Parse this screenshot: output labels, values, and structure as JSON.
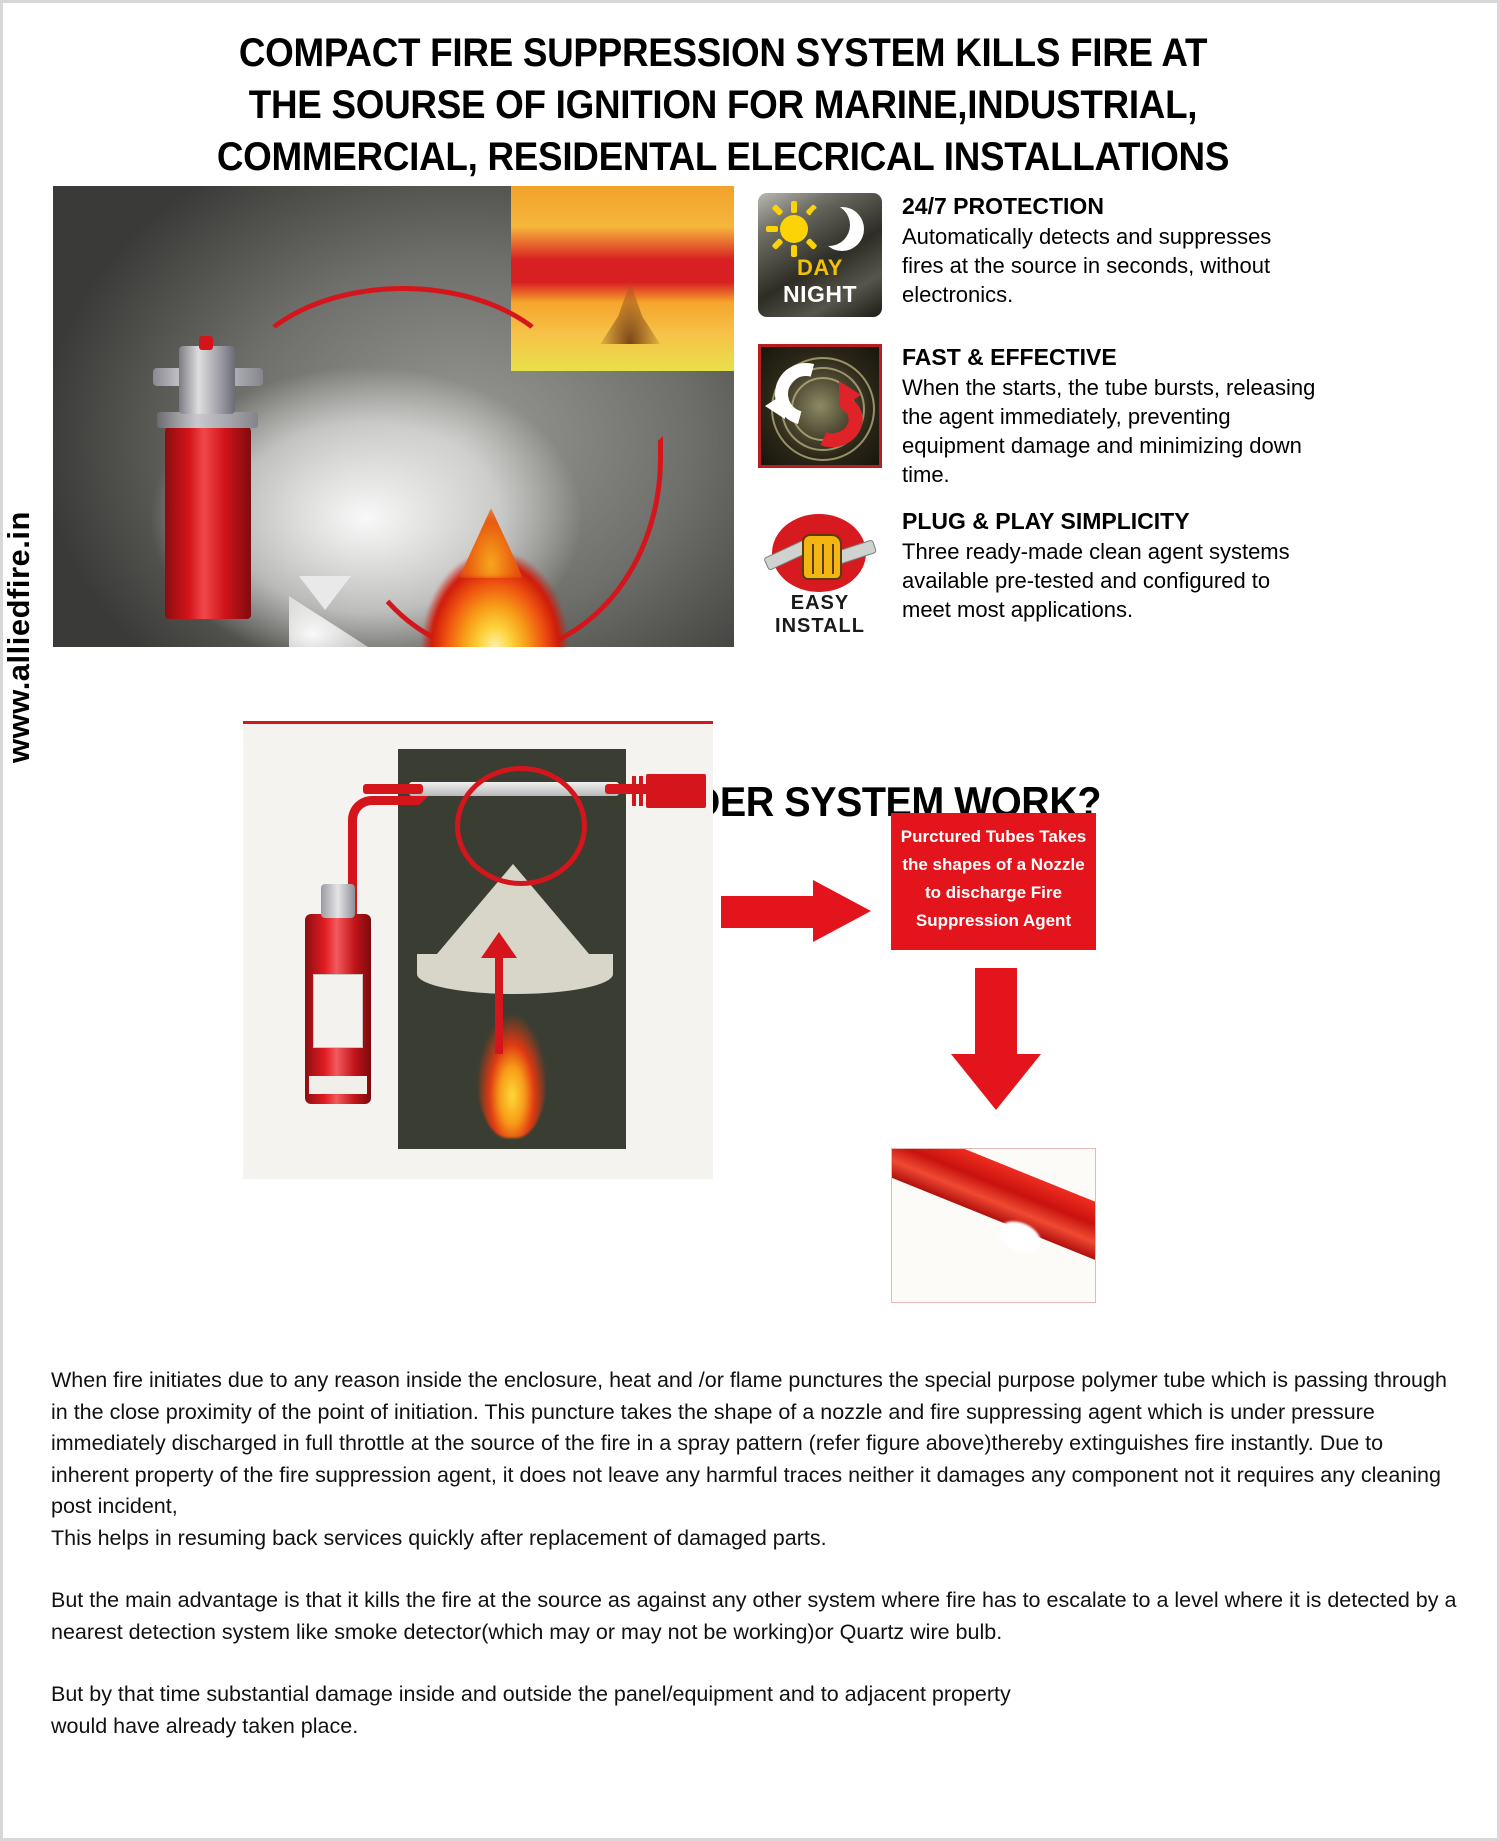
{
  "site": {
    "url": "www.alliedfire.in"
  },
  "title": {
    "line1": "COMPACT FIRE SUPPRESSION SYSTEM KILLS FIRE AT",
    "line2": "THE SOURSE OF IGNITION FOR MARINE,INDUSTRIAL,",
    "line3": "COMMERCIAL, RESIDENTAL ELECRICAL INSTALLATIONS"
  },
  "features": [
    {
      "icon": "day-night-icon",
      "icon_day": "DAY",
      "icon_night": "NIGHT",
      "heading": "24/7 PROTECTION",
      "text": "Automatically detects and suppresses fires at the source in seconds, without electronics."
    },
    {
      "icon": "coil-rotation-arrows-icon",
      "heading": "FAST & EFFECTIVE",
      "text": "When the starts, the tube bursts, releasing the agent immediately, preventing equipment damage and minimizing down time."
    },
    {
      "icon": "easy-install-fist-wrench-icon",
      "icon_label": "EASY INSTALL",
      "heading": "PLUG & PLAY SIMPLICITY",
      "text": "Three ready-made clean agent systems available pre-tested and configured to meet most applications."
    }
  ],
  "section": {
    "heading": "HOW DOSE FIRE FINDER SYSTEM WORK?"
  },
  "callout": {
    "line1": "Purctured Tubes Takes",
    "line2": "the shapes of a Nozzle",
    "line3": "to discharge Fire",
    "line4": "Suppression Agent"
  },
  "body": {
    "p1": "When fire initiates due to any reason inside the enclosure, heat and /or flame punctures the special purpose polymer tube which is passing through in the close proximity of the point of initiation. This puncture takes the shape of a nozzle and fire suppressing agent which is under pressure immediately discharged in full throttle at the source of the fire in a spray pattern (refer figure above)thereby extinguishes fire instantly. Due to inherent property of the fire suppression agent, it does not leave any harmful traces neither it damages any component not it requires any cleaning post incident,",
    "p2": "This helps in resuming back services quickly after replacement of damaged parts.",
    "p3": "But the main advantage is that it kills the fire at the source as against any other system where fire has to escalate to a level where it is detected by a nearest detection system like smoke detector(which may or may not be working)or Quartz wire bulb.",
    "p4": "But by that time substantial damage inside and outside the panel/equipment and to adjacent property",
    "p5": "would have already taken place."
  },
  "colors": {
    "red": "#e3141b",
    "yellow": "#f3c00a",
    "dark": "#2d2d25"
  }
}
